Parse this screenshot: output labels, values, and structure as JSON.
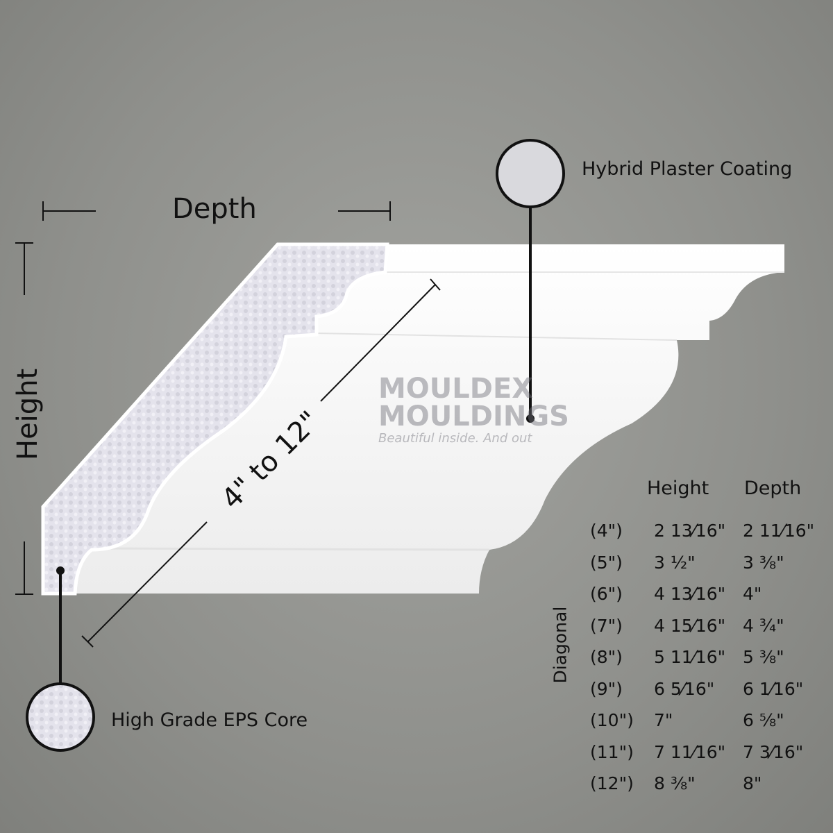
{
  "watermark": {
    "brand_line1": "MOULDEX",
    "brand_line2": "MOULDINGS",
    "tagline": "Beautiful inside. And out"
  },
  "labels": {
    "depth": "Depth",
    "height": "Height",
    "diagonal_range": "4\" to 12\"",
    "coating": "Hybrid Plaster Coating",
    "core": "High Grade EPS Core"
  },
  "table": {
    "headers": {
      "height": "Height",
      "depth": "Depth"
    },
    "row_axis_label": "Diagonal",
    "rows": [
      {
        "diagonal": "(4\")",
        "height": "2 13⁄16\"",
        "depth": "2 11⁄16\""
      },
      {
        "diagonal": "(5\")",
        "height": "3 ½\"",
        "depth": "3 ⅜\""
      },
      {
        "diagonal": "(6\")",
        "height": "4 13⁄16\"",
        "depth": "4\""
      },
      {
        "diagonal": "(7\")",
        "height": "4 15⁄16\"",
        "depth": "4 ¾\""
      },
      {
        "diagonal": "(8\")",
        "height": "5 11⁄16\"",
        "depth": "5 ⅜\""
      },
      {
        "diagonal": "(9\")",
        "height": "6 5⁄16\"",
        "depth": "6 1⁄16\""
      },
      {
        "diagonal": "(10\")",
        "height": "7\"",
        "depth": "6 ⅝\""
      },
      {
        "diagonal": "(11\")",
        "height": "7 11⁄16\"",
        "depth": "7 3⁄16\""
      },
      {
        "diagonal": "(12\")",
        "height": "8 ⅜\"",
        "depth": "8\""
      }
    ]
  }
}
